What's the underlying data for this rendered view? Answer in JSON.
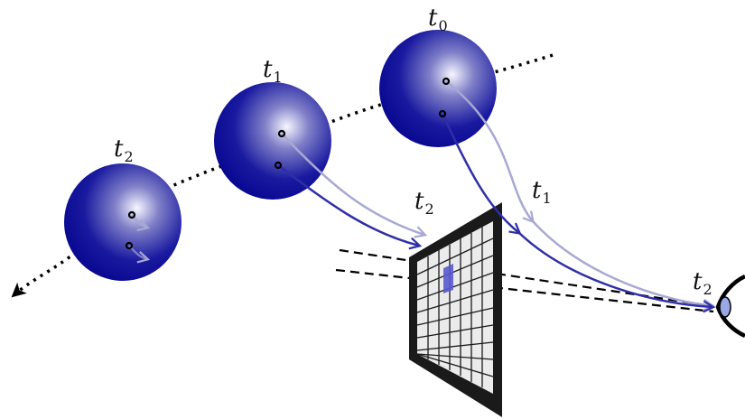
{
  "labels": {
    "t0": {
      "base": "t",
      "sub": "0"
    },
    "t1": {
      "base": "t",
      "sub": "1"
    },
    "t2": {
      "base": "t",
      "sub": "2"
    }
  },
  "ray_labels": {
    "far_t1": {
      "base": "t",
      "sub": "1"
    },
    "mid_t2": {
      "base": "t",
      "sub": "2"
    },
    "eye_t2": {
      "base": "t",
      "sub": "2"
    }
  },
  "colors": {
    "sphere_dark": "#00008b",
    "sphere_light": "#f4f4ff",
    "ray_dark": "#2e2ea8",
    "ray_light": "#a8a8d4",
    "screen_frame": "#1a1a1a",
    "screen_grid_bg": "#e8e8e8",
    "highlight_pixel": "#5a5acf",
    "eye_iris": "#9aa9e6"
  },
  "icons": {
    "eye": "eye-icon",
    "arrow": "arrowhead-icon"
  }
}
